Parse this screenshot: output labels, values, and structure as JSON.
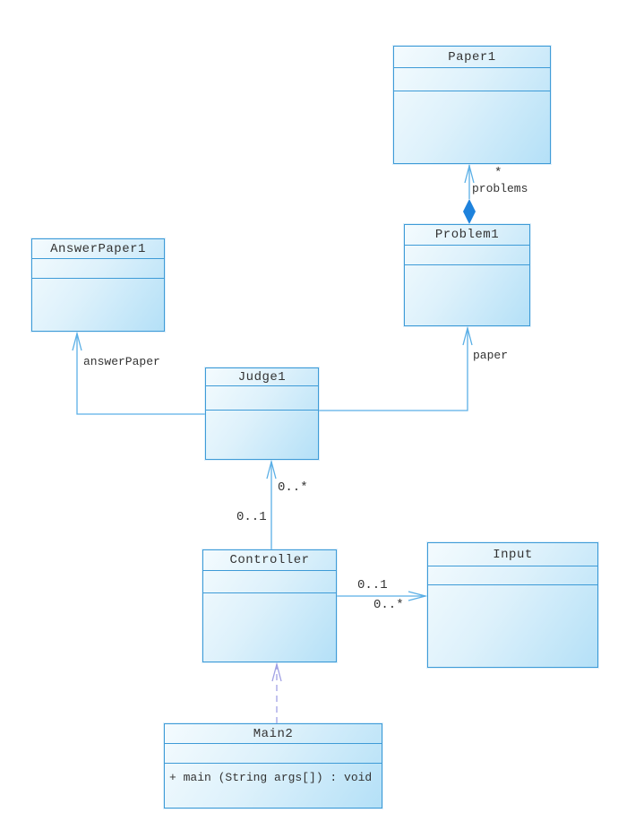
{
  "classes": [
    {
      "name": "Paper1",
      "attributes": [],
      "methods": []
    },
    {
      "name": "Problem1",
      "attributes": [],
      "methods": []
    },
    {
      "name": "AnswerPaper1",
      "attributes": [],
      "methods": []
    },
    {
      "name": "Judge1",
      "attributes": [],
      "methods": []
    },
    {
      "name": "Controller",
      "attributes": [],
      "methods": []
    },
    {
      "name": "Input",
      "attributes": [],
      "methods": []
    },
    {
      "name": "Main2",
      "attributes": [],
      "methods": [
        "+ main (String args[]) : void"
      ]
    }
  ],
  "relationships": [
    {
      "type": "composition",
      "from": "Problem1",
      "to": "Paper1",
      "target_multiplicity": "*",
      "role": "problems"
    },
    {
      "type": "association",
      "from": "Judge1",
      "to": "Problem1",
      "role": "paper"
    },
    {
      "type": "association",
      "from": "Judge1",
      "to": "AnswerPaper1",
      "role": "answerPaper"
    },
    {
      "type": "association",
      "from": "Controller",
      "to": "Judge1",
      "target_multiplicity": "0..*",
      "source_multiplicity": "0..1"
    },
    {
      "type": "association",
      "from": "Controller",
      "to": "Input",
      "source_multiplicity": "0..1",
      "target_multiplicity": "0..*"
    },
    {
      "type": "dependency",
      "from": "Main2",
      "to": "Controller"
    }
  ],
  "colors": {
    "box_border": "#3e9bd7",
    "edge_line": "#5aafe6",
    "composition_diamond": "#1e82dc",
    "dependency_line": "#a0a0e4",
    "text": "#333333"
  }
}
